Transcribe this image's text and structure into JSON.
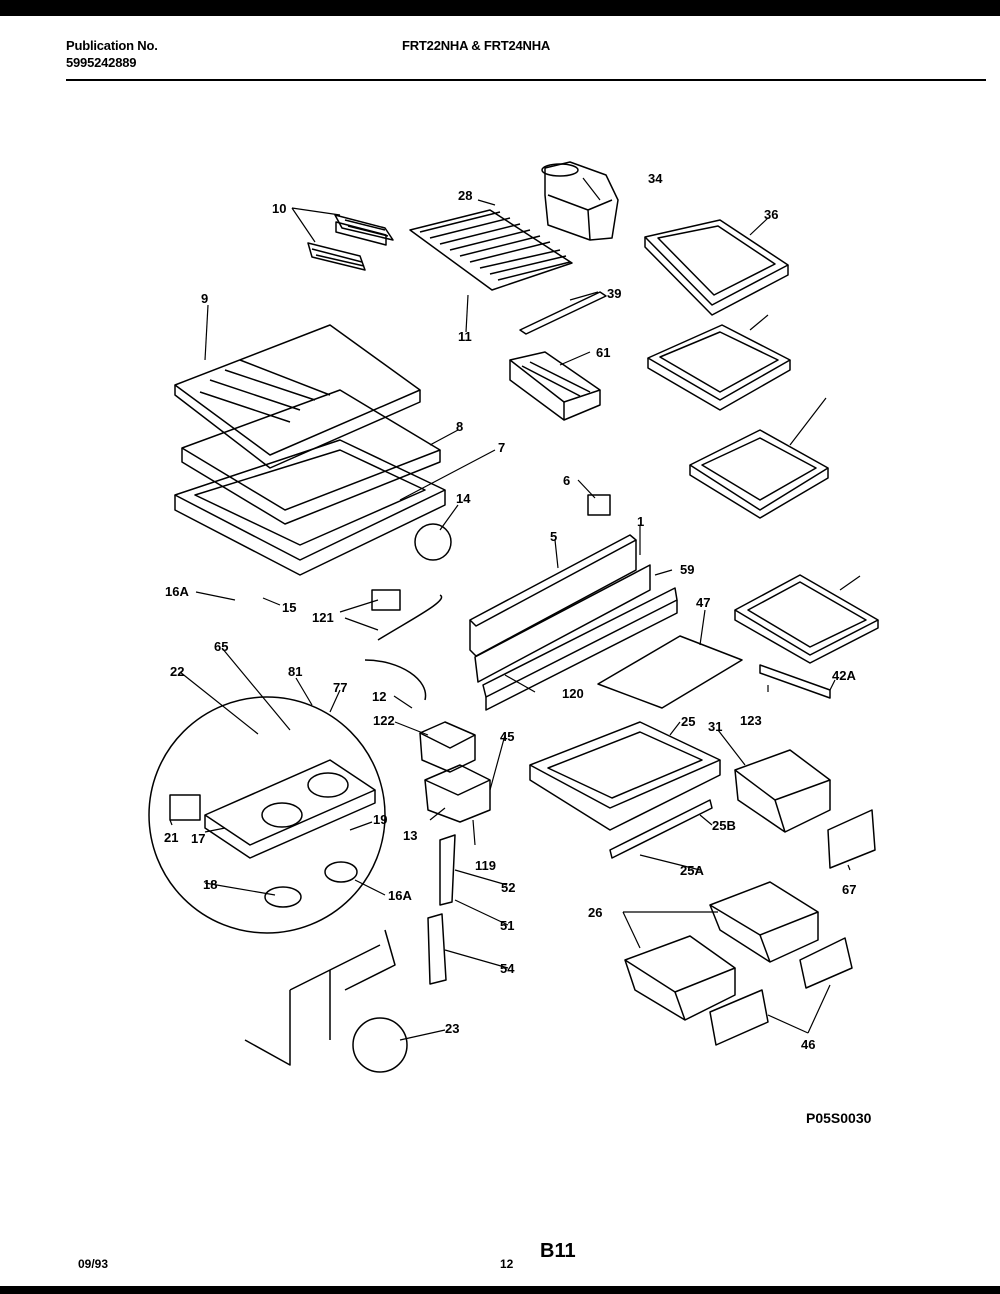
{
  "header": {
    "publication_label": "Publication No.",
    "publication_number": "5995242889",
    "model": "FRT22NHA & FRT24NHA"
  },
  "footer": {
    "date": "09/93",
    "page_number": "12",
    "section": "B11",
    "drawing_code": "P05S0030"
  },
  "part_labels": [
    "10",
    "28",
    "34",
    "36",
    "9",
    "11",
    "39",
    "61",
    "8",
    "7",
    "6",
    "5",
    "1",
    "59",
    "47",
    "16A",
    "15",
    "14",
    "121",
    "120",
    "123",
    "42A",
    "22",
    "65",
    "81",
    "77",
    "12",
    "122",
    "45",
    "25",
    "31",
    "25B",
    "25A",
    "21",
    "17",
    "19",
    "13",
    "119",
    "52",
    "67",
    "18",
    "16A",
    "51",
    "26",
    "54",
    "46",
    "23"
  ]
}
